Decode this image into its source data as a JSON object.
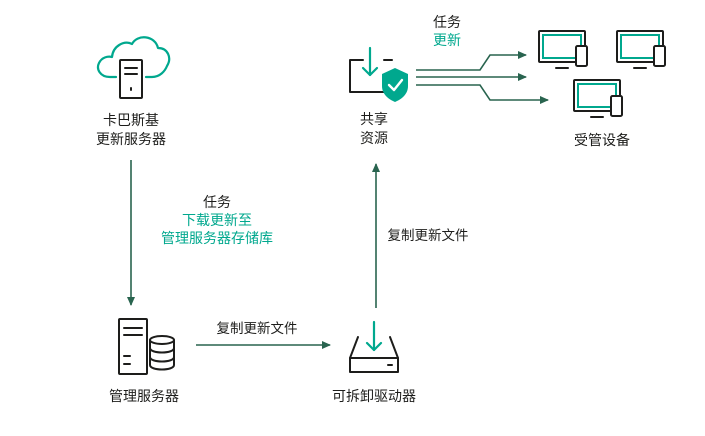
{
  "nodes": {
    "update_server": {
      "line1": "卡巴斯基",
      "line2": "更新服务器"
    },
    "admin_server": {
      "label": "管理服务器"
    },
    "removable_drive": {
      "label": "可拆卸驱动器"
    },
    "shared_resource": {
      "line1": "共享",
      "line2": "资源"
    },
    "managed_devices": {
      "label": "受管设备"
    }
  },
  "edges": {
    "download_task": {
      "line1": "任务",
      "line2": "下载更新至",
      "line3": "管理服务器存储库"
    },
    "copy_to_drive": {
      "label": "复制更新文件"
    },
    "copy_to_share": {
      "label": "复制更新文件"
    },
    "update_task": {
      "line1": "任务",
      "line2": "更新"
    }
  },
  "colors": {
    "accent": "#00a88e",
    "arrow": "#29644f",
    "text": "#1d1d1b"
  },
  "icons": {
    "update_server": "cloud-server-icon",
    "admin_server": "server-database-icon",
    "removable_drive": "removable-drive-icon",
    "shared_resource": "shared-folder-shield-icon",
    "managed_devices": "computer-phone-icon"
  }
}
